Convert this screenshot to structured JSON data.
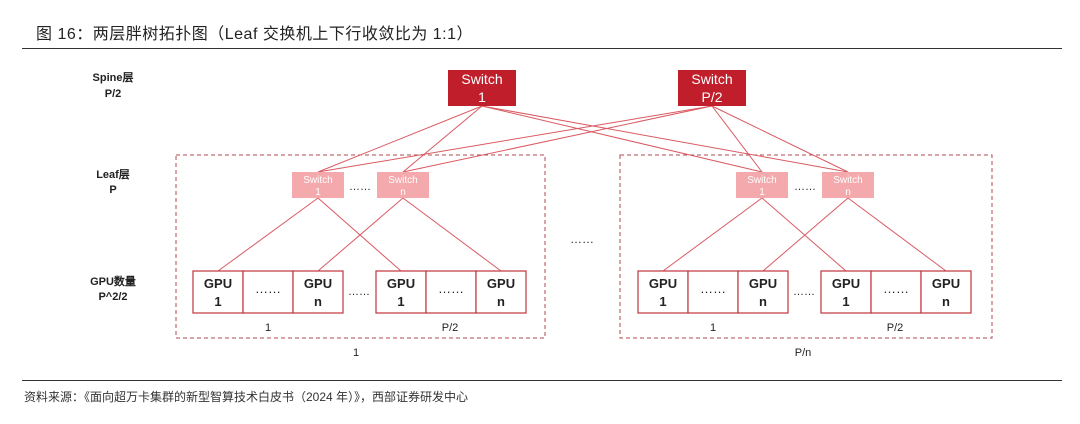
{
  "header": {
    "title": "图 16：两层胖树拓扑图（Leaf 交换机上下行收敛比为 1:1）"
  },
  "footer": {
    "source": "资料来源：《面向超万卡集群的新型智算技术白皮书（2024 年）》，西部证券研发中心"
  },
  "layers": {
    "spine_name": "Spine层",
    "spine_count": "P/2",
    "leaf_name": "Leaf层",
    "leaf_count": "P",
    "gpu_name": "GPU数量",
    "gpu_count": "P^2/2"
  },
  "spine_switches": [
    {
      "line1": "Switch",
      "line2": "1"
    },
    {
      "line1": "Switch",
      "line2": "P/2"
    }
  ],
  "leaf_switches": [
    {
      "line1": "Switch",
      "line2": "1"
    },
    {
      "line1": "Switch",
      "line2": "n"
    },
    {
      "line1": "Switch",
      "line2": "1"
    },
    {
      "line1": "Switch",
      "line2": "n"
    }
  ],
  "gpu_groups": [
    [
      {
        "l1": "GPU",
        "l2": "1"
      },
      {
        "l1": "……",
        "l2": ""
      },
      {
        "l1": "GPU",
        "l2": "n"
      }
    ],
    [
      {
        "l1": "GPU",
        "l2": "1"
      },
      {
        "l1": "……",
        "l2": ""
      },
      {
        "l1": "GPU",
        "l2": "n"
      }
    ],
    [
      {
        "l1": "GPU",
        "l2": "1"
      },
      {
        "l1": "……",
        "l2": ""
      },
      {
        "l1": "GPU",
        "l2": "n"
      }
    ],
    [
      {
        "l1": "GPU",
        "l2": "1"
      },
      {
        "l1": "……",
        "l2": ""
      },
      {
        "l1": "GPU",
        "l2": "n"
      }
    ]
  ],
  "group_labels": [
    "1",
    "P/2",
    "1",
    "P/2"
  ],
  "pod_labels": [
    "1",
    "P/n"
  ],
  "ellipsis": "……",
  "colors": {
    "spine": "#c01e2b",
    "leaf": "#f4a9ad",
    "link": "#d95a62",
    "gpu_border": "#c0343c",
    "pod_border": "#b04a50"
  }
}
